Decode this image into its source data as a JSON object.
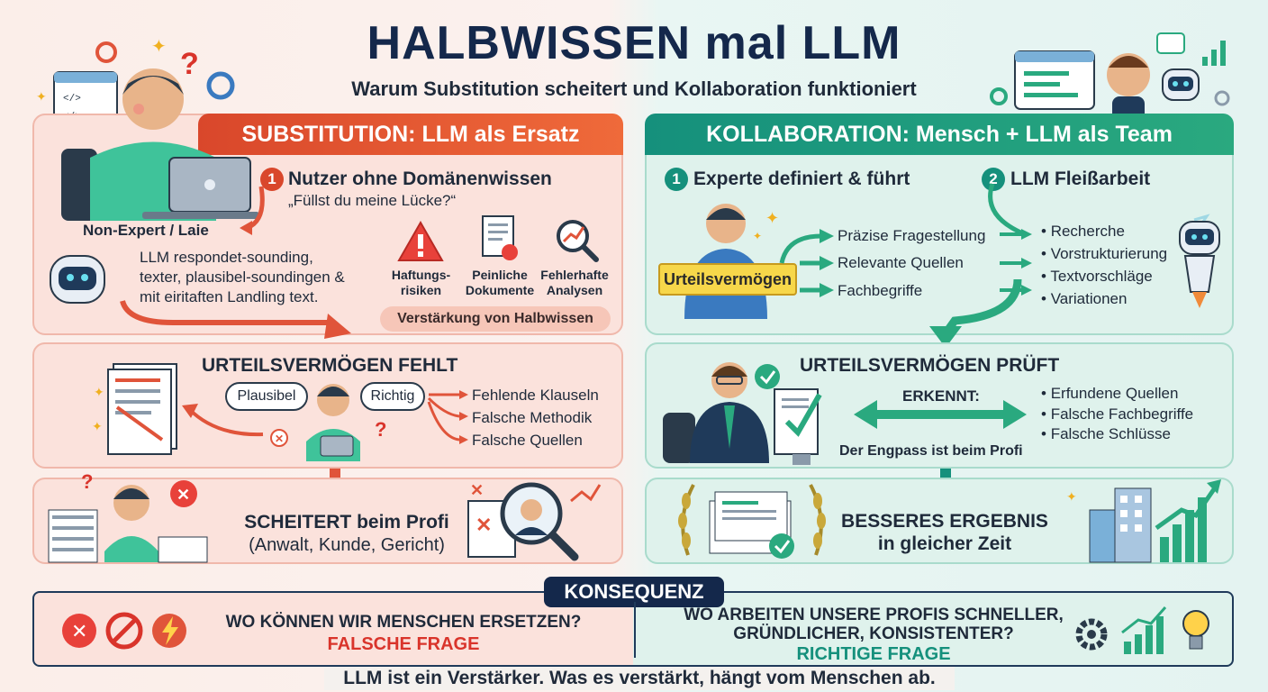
{
  "header": {
    "title": "HALBWISSEN mal LLM",
    "subtitle": "Warum Substitution scheitert und Kollaboration funktioniert"
  },
  "left": {
    "banner": "SUBSTITUTION: LLM als Ersatz",
    "persona_label": "Non-Expert / Laie",
    "step1_number": "1",
    "step1_title": "Nutzer ohne Domänenwissen",
    "step1_quote": "„Füllst du meine Lücke?“",
    "llm_text_1": "LLM respondet-sounding,",
    "llm_text_2": "texter, plausibel-soundingen &",
    "llm_text_3": "mit eiritaften Landling text.",
    "risks": [
      {
        "line1": "Haftungs-",
        "line2": "risiken",
        "icon": "warning-icon"
      },
      {
        "line1": "Peinliche",
        "line2": "Dokumente",
        "icon": "document-icon"
      },
      {
        "line1": "Fehlerhafte",
        "line2": "Analysen",
        "icon": "magnifier-chart-icon"
      }
    ],
    "amplify_pill": "Verstärkung von Halbwissen",
    "section2_title": "URTEILSVERMÖGEN FEHLT",
    "bubble_a": "Plausibel",
    "bubble_b": "Richtig",
    "errors": [
      "Fehlende Klauseln",
      "Falsche Methodik",
      "Falsche Quellen"
    ],
    "fail_title": "SCHEITERT beim Profi",
    "fail_sub": "(Anwalt, Kunde, Gericht)"
  },
  "right": {
    "banner": "KOLLABORATION: Mensch + LLM als Team",
    "step1_number": "1",
    "step1_title": "Experte definiert & führt",
    "step2_number": "2",
    "step2_title": "LLM Fleißarbeit",
    "judgement_banner": "Urteilsvermögen",
    "expert_outputs": [
      "Präzise Fragestellung",
      "Relevante Quellen",
      "Fachbegriffe"
    ],
    "llm_tasks": [
      "Recherche",
      "Vorstrukturierung",
      "Textvorschläge",
      "Variationen"
    ],
    "section2_title": "URTEILSVERMÖGEN PRÜFT",
    "detects_label": "ERKENNT:",
    "detects": [
      "Erfundene Quellen",
      "Falsche Fachbegriffe",
      "Falsche Schlüsse"
    ],
    "bottleneck": "Der Engpass ist beim Profi",
    "result_line1": "BESSERES ERGEBNIS",
    "result_line2": "in gleicher Zeit"
  },
  "consequence": {
    "label": "KONSEQUENZ",
    "wrong_question": "WO KÖNNEN WIR MENSCHEN ERSETZEN?",
    "wrong_tag": "FALSCHE FRAGE",
    "right_question_1": "WO ARBEITEN UNSERE PROFIS SCHNELLER,",
    "right_question_2": "GRÜNDLICHER, KONSISTENTER?",
    "right_tag": "RICHTIGE FRAGE",
    "footer": "LLM ist ein Verstärker. Was es verstärkt, hängt vom Menschen ab."
  },
  "colors": {
    "red": "#d9472b",
    "teal": "#15907c",
    "navy": "#14284b",
    "yellow": "#f7d74a"
  }
}
